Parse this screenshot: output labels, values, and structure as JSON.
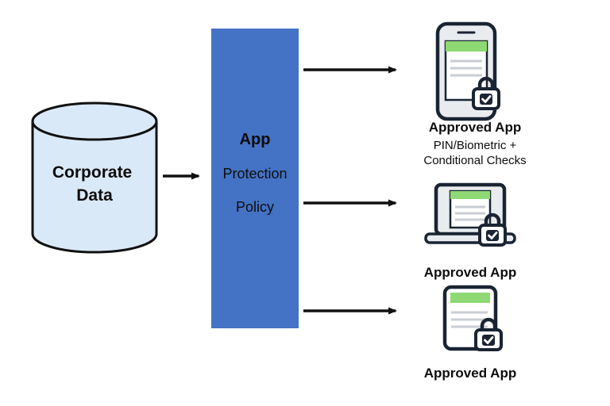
{
  "source": {
    "line1": "Corporate",
    "line2": "Data",
    "icon": "database-cylinder-icon"
  },
  "policy": {
    "line1": "App",
    "line2": "Protection",
    "line3": "Policy"
  },
  "outputs": {
    "phone": {
      "icon": "phone-lock-icon",
      "label": "Approved App",
      "sub1": "PIN/Biometric +",
      "sub2": "Conditional Checks"
    },
    "laptop": {
      "icon": "laptop-lock-icon",
      "label": "Approved App"
    },
    "document": {
      "icon": "document-lock-icon",
      "label": "Approved App"
    }
  },
  "colors": {
    "policy_fill": "#4472c4",
    "cylinder_fill": "#dae9f8",
    "accent_green": "#8ed973",
    "outline_dark": "#1a2433",
    "device_gray": "#e9ecef",
    "line_gray": "#c9ced4",
    "arrow_black": "#111111"
  }
}
